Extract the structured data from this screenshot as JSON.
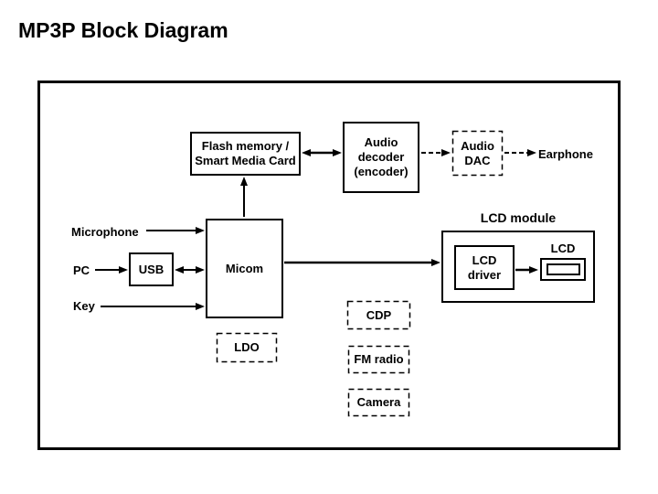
{
  "title": "MP3P Block Diagram",
  "colors": {
    "ink": "#000000",
    "background": "#ffffff"
  },
  "diagram": {
    "blocks": {
      "flash_memory": "Flash memory /\nSmart Media Card",
      "audio_decoder": "Audio\ndecoder\n(encoder)",
      "audio_dac": "Audio\nDAC",
      "usb": "USB",
      "micom": "Micom",
      "lcd_driver": "LCD\ndriver",
      "cdp": "CDP",
      "ldo": "LDO",
      "fm_radio": "FM radio",
      "camera": "Camera"
    },
    "labels": {
      "earphone": "Earphone",
      "microphone": "Microphone",
      "pc": "PC",
      "key": "Key",
      "lcd_module": "LCD module",
      "lcd": "LCD"
    }
  }
}
